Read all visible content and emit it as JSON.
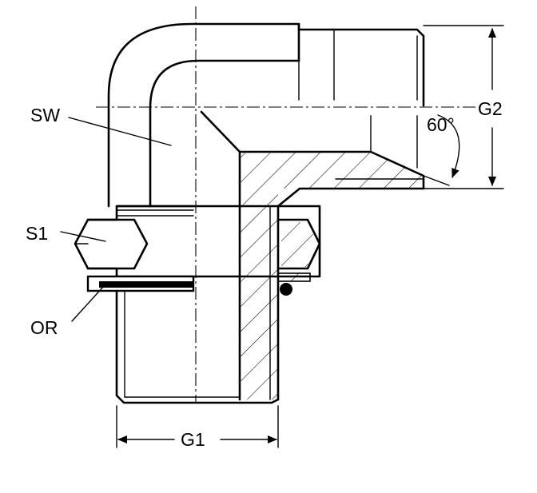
{
  "diagram": {
    "labels": {
      "sw": "SW",
      "s1": "S1",
      "or": "OR",
      "g1": "G1",
      "g2": "G2",
      "angle": "60°"
    }
  }
}
